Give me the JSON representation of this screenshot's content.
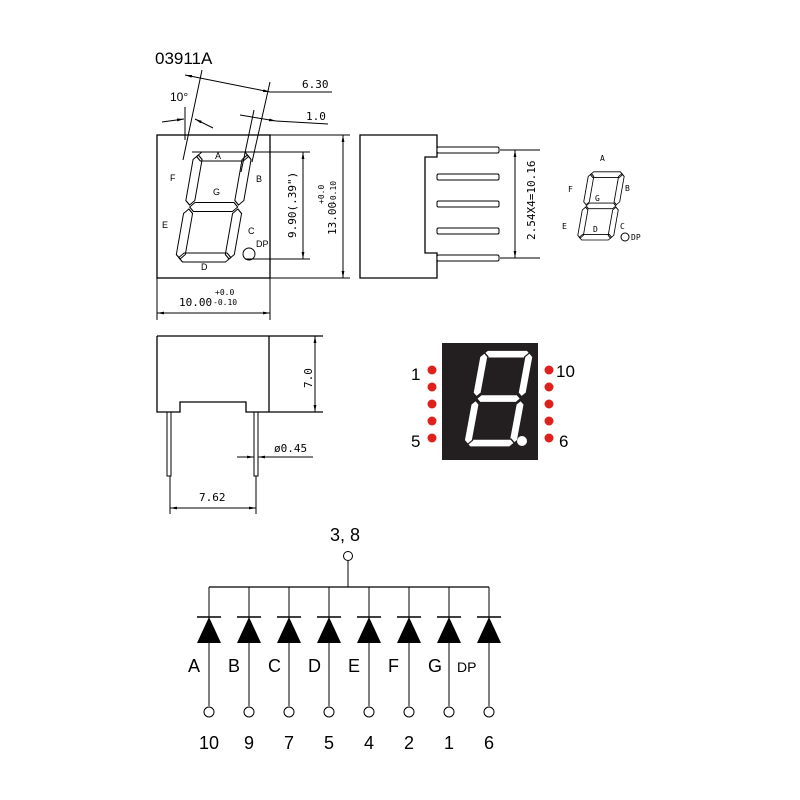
{
  "part_number": "03911A",
  "dimensions": {
    "angle": "10°",
    "digit_width": "6.30",
    "segment_width": "1.0",
    "digit_height": "9.90(.39\")",
    "body_height": "13.00",
    "body_height_tol_plus": "+0.0",
    "body_height_tol_minus": "-0.10",
    "body_width": "10.00",
    "body_width_tol_plus": "+0.0",
    "body_width_tol_minus": "-0.10",
    "pin_pitch": "2.54X4=10.16",
    "depth": "7.0",
    "pin_diameter": "ø0.45",
    "row_spacing": "7.62"
  },
  "segments": [
    "A",
    "B",
    "C",
    "D",
    "E",
    "F",
    "G",
    "DP"
  ],
  "pinout_photo": {
    "pin_1": "1",
    "pin_5": "5",
    "pin_10": "10",
    "pin_6": "6",
    "led_color": "#e0201c",
    "body_color": "#231f20"
  },
  "schematic": {
    "common": "3, 8",
    "diodes": [
      {
        "segment": "A",
        "pin": "10"
      },
      {
        "segment": "B",
        "pin": "9"
      },
      {
        "segment": "C",
        "pin": "7"
      },
      {
        "segment": "D",
        "pin": "5"
      },
      {
        "segment": "E",
        "pin": "4"
      },
      {
        "segment": "F",
        "pin": "2"
      },
      {
        "segment": "G",
        "pin": "1"
      },
      {
        "segment": "DP",
        "pin": "6"
      }
    ]
  }
}
